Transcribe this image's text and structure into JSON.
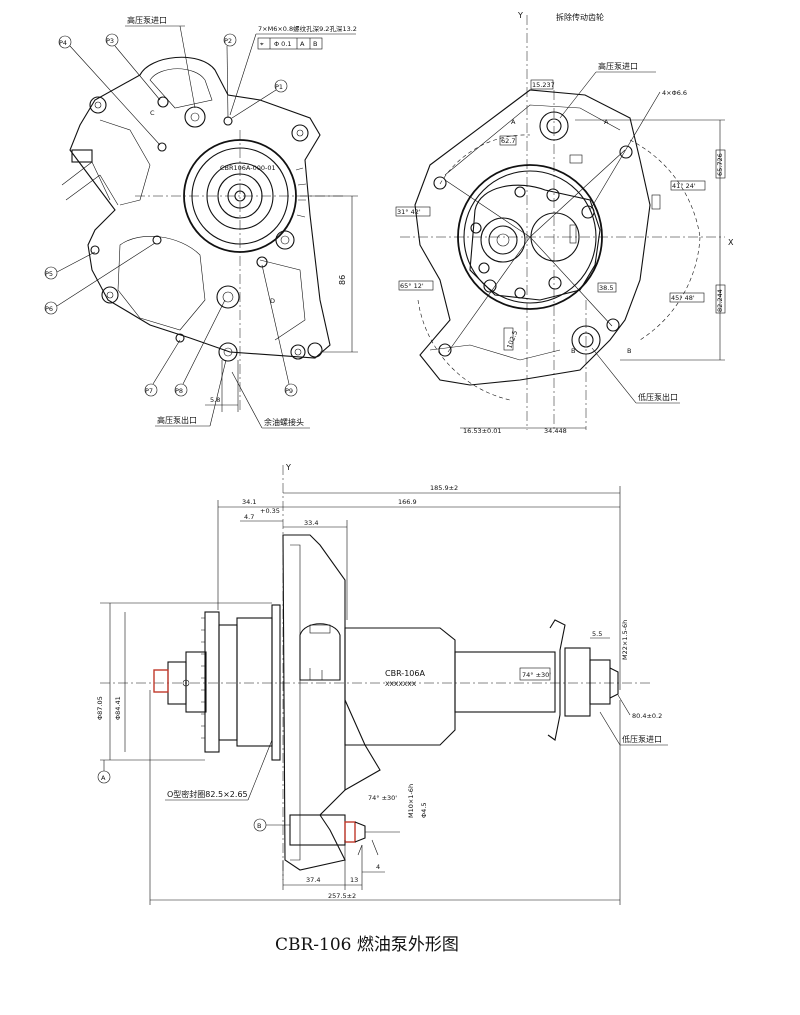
{
  "caption": "CBR-106 燃油泵外形图",
  "front_view": {
    "labels": {
      "hp_inlet": "高压泵进口",
      "hp_outlet": "高压泵出口",
      "return_fitting": "余油螺接头",
      "thread_note": "7×M6×0.8螺纹孔深9.2孔深13.2",
      "tolerance": "Φ 0.1",
      "datum_a": "A",
      "datum_b": "B",
      "dim_86": "86",
      "dim_5_8": "5.8",
      "sec_c": "C",
      "sec_d": "D"
    },
    "points": [
      "P1",
      "P2",
      "P3",
      "P4",
      "P5",
      "P6",
      "P7",
      "P8",
      "P9"
    ]
  },
  "rear_view": {
    "labels": {
      "remove_gear": "拆除传动齿轮",
      "hp_inlet": "高压泵进口",
      "lp_outlet": "低压泵出口",
      "hole_note": "4×Φ6.6",
      "axis_x": "X",
      "axis_y": "Y",
      "sec_a": "A",
      "sec_b": "B"
    },
    "dims": {
      "d1": "15.237",
      "d2": "62.7",
      "d3": "31° 42'",
      "d4": "65° 12'",
      "d5": "41° 24'",
      "d6": "45° 48'",
      "d7": "65.726",
      "d8": "82.244",
      "d9": "38.5",
      "d10": "102.5",
      "d11": "16.53±0.01",
      "d12": "34.448"
    }
  },
  "side_view": {
    "labels": {
      "axis_y": "Y",
      "oring": "O型密封圈82.5×2.65",
      "lp_inlet": "低压泵进口",
      "model": "CBR-106A",
      "serial": "XXXXXXX",
      "datum_a": "A",
      "datum_b": "B"
    },
    "dims": {
      "d185": "185.9±2",
      "d166": "166.9",
      "d34": "34.1",
      "d33": "33.4",
      "d4_7": "4.7",
      "d037": "+0.35",
      "d5_5": "5.5",
      "dM22": "M22×1.5-6h",
      "d74a": "74° ±30'",
      "d74b": "74° ±30'",
      "d80": "80.4±0.2",
      "dM10": "M10×1-6h",
      "d4_5": "Φ4.5",
      "dphi": "Φ87.05",
      "dphi2": "Φ84.41",
      "d37": "37.4",
      "d13": "13",
      "d4": "4",
      "d257": "257.5±2"
    }
  }
}
